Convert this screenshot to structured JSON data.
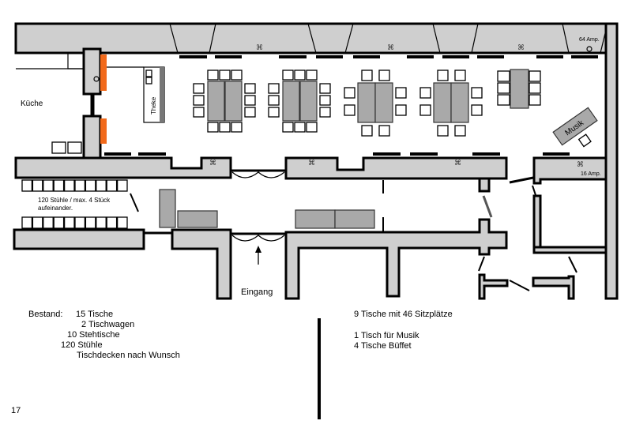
{
  "plan": {
    "kitchen_label": "Küche",
    "counter_label": "Theke",
    "music_label": "Musik",
    "power_top": "64 Amp.",
    "power_bottom": "16 Amp.",
    "entrance_label": "Eingang",
    "chair_storage_line1": "120 Stühle / max. 4 Stück",
    "chair_storage_line2": "aufeinander."
  },
  "inventory": {
    "heading": "Bestand:",
    "items": [
      "15 Tische",
      "2 Tischwagen",
      "10 Stehtische",
      "120 Stühle",
      "Tischdecken nach Wunsch"
    ]
  },
  "setup": {
    "items": [
      "9 Tische mit 46 Sitzplätze",
      "1 Tisch für Musik",
      "4 Tische Büffet"
    ]
  },
  "page_number": "17",
  "colors": {
    "wall": "#cfcfcf",
    "accent": "#f26a1b",
    "table": "#a9a9a9"
  }
}
